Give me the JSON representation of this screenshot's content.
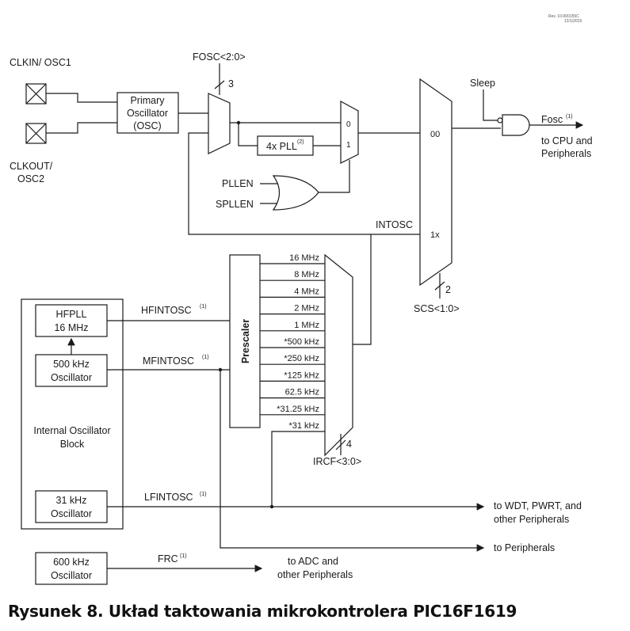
{
  "revision": {
    "line1": "Rev. 10-000155C",
    "line2": "12/1/2015"
  },
  "pins": {
    "clkin": "CLKIN/ OSC1",
    "clkout_1": "CLKOUT/",
    "clkout_2": "OSC2"
  },
  "primary_osc": {
    "line1": "Primary",
    "line2": "Oscillator",
    "line3": "(OSC)"
  },
  "fosc_sel": {
    "label": "FOSC<2:0>",
    "width": "3"
  },
  "pll": {
    "label": "4x PLL",
    "sup": "(2)",
    "in0": "0",
    "in1": "1",
    "pllen": "PLLEN",
    "spllen": "SPLLEN"
  },
  "sys_mux": {
    "in00": "00",
    "in1x": "1x",
    "sel": "SCS<1:0>",
    "width": "2",
    "intosc": "INTOSC"
  },
  "output": {
    "sleep": "Sleep",
    "fosc": "Fosc",
    "fosc_sup": "(1)",
    "dest1": "to CPU and",
    "dest2": "Peripherals"
  },
  "internal_block": {
    "title1": "Internal Oscillator",
    "title2": "Block",
    "hfpll1": "HFPLL",
    "hfpll2": "16 MHz",
    "mf1": "500 kHz",
    "mf2": "Oscillator",
    "lf1": "31 kHz",
    "lf2": "Oscillator",
    "frc1": "600 kHz",
    "frc2": "Oscillator"
  },
  "signals": {
    "hfintosc": "HFINTOSC",
    "mfintosc": "MFINTOSC",
    "lfintosc": "LFINTOSC",
    "frc": "FRC",
    "sup": "(1)"
  },
  "prescaler": {
    "label": "Prescaler",
    "taps": [
      "16 MHz",
      "8 MHz",
      "4 MHz",
      "2 MHz",
      "1 MHz",
      "*500 kHz",
      "*250 kHz",
      "*125 kHz",
      "62.5 kHz",
      "*31.25 kHz",
      "*31 kHz"
    ],
    "sel": "IRCF<3:0>",
    "width": "4"
  },
  "destinations": {
    "wdt1": "to WDT, PWRT, and",
    "wdt2": "other Peripherals",
    "periph": "to Peripherals",
    "adc1": "to ADC and",
    "adc2": "other Peripherals"
  },
  "caption": "Rysunek 8. Układ taktowania mikrokontrolera PIC16F1619"
}
